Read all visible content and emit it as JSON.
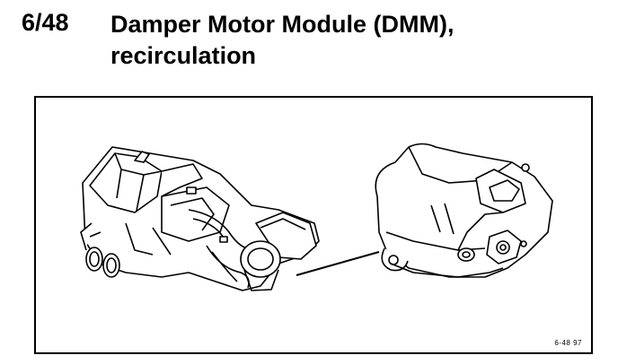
{
  "heading": {
    "number": "6/48",
    "title_line1": "Damper Motor Module (DMM),",
    "title_line2": "recirculation"
  },
  "figure": {
    "code": "6-48 97",
    "left_part": "heater-assembly-illustration",
    "right_part": "damper-motor-module-illustration"
  }
}
